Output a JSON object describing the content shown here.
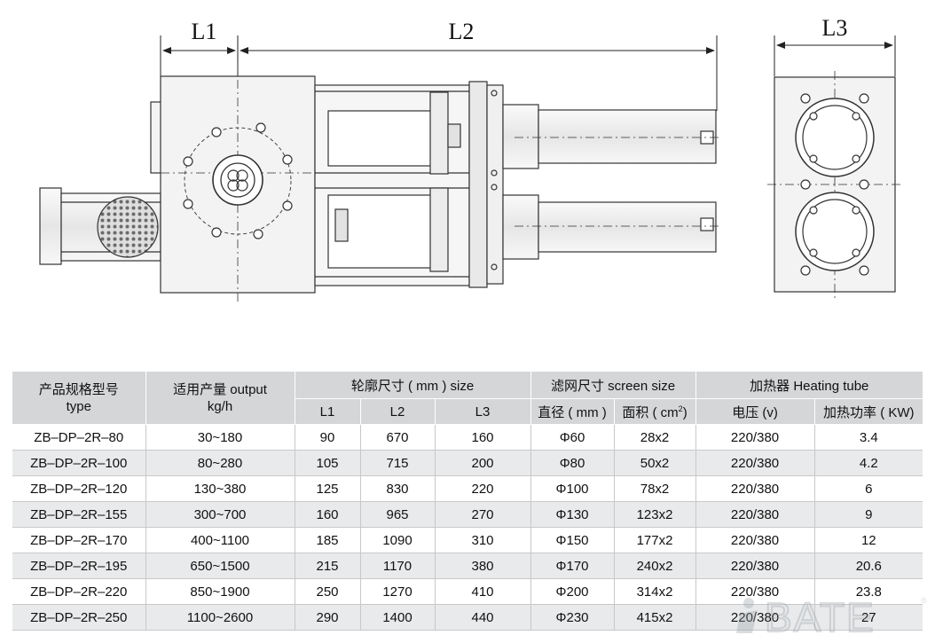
{
  "drawing": {
    "dimensions": {
      "l1": "L1",
      "l2": "L2",
      "l3": "L3"
    },
    "icons": [
      "screen-changer-side-view",
      "screen-changer-end-view"
    ]
  },
  "table": {
    "header": {
      "model_cn": "产品规格型号",
      "model_en": "type",
      "output_cn": "适用产量 output",
      "output_unit": "kg/h",
      "size_group": "轮廓尺寸 ( mm ) size",
      "screen_group": "滤网尺寸 screen size",
      "heater_group": "加热器 Heating tube",
      "l1": "L1",
      "l2": "L2",
      "l3": "L3",
      "diameter": "直径 ( mm )",
      "area": "面积 ( cm",
      "area_sup": "2",
      "area_close": ")",
      "voltage": "电压 (v)",
      "power": "加热功率 ( KW)"
    },
    "rows": [
      {
        "model": "ZB–DP–2R–80",
        "output": "30~180",
        "l1": "90",
        "l2": "670",
        "l3": "160",
        "diameter": "Φ60",
        "area": "28x2",
        "voltage": "220/380",
        "power": "3.4"
      },
      {
        "model": "ZB–DP–2R–100",
        "output": "80~280",
        "l1": "105",
        "l2": "715",
        "l3": "200",
        "diameter": "Φ80",
        "area": "50x2",
        "voltage": "220/380",
        "power": "4.2"
      },
      {
        "model": "ZB–DP–2R–120",
        "output": "130~380",
        "l1": "125",
        "l2": "830",
        "l3": "220",
        "diameter": "Φ100",
        "area": "78x2",
        "voltage": "220/380",
        "power": "6"
      },
      {
        "model": "ZB–DP–2R–155",
        "output": "300~700",
        "l1": "160",
        "l2": "965",
        "l3": "270",
        "diameter": "Φ130",
        "area": "123x2",
        "voltage": "220/380",
        "power": "9"
      },
      {
        "model": "ZB–DP–2R–170",
        "output": "400~1100",
        "l1": "185",
        "l2": "1090",
        "l3": "310",
        "diameter": "Φ150",
        "area": "177x2",
        "voltage": "220/380",
        "power": "12"
      },
      {
        "model": "ZB–DP–2R–195",
        "output": "650~1500",
        "l1": "215",
        "l2": "1170",
        "l3": "380",
        "diameter": "Φ170",
        "area": "240x2",
        "voltage": "220/380",
        "power": "20.6"
      },
      {
        "model": "ZB–DP–2R–220",
        "output": "850~1900",
        "l1": "250",
        "l2": "1270",
        "l3": "410",
        "diameter": "Φ200",
        "area": "314x2",
        "voltage": "220/380",
        "power": "23.8"
      },
      {
        "model": "ZB–DP–2R–250",
        "output": "1100~2600",
        "l1": "290",
        "l2": "1400",
        "l3": "440",
        "diameter": "Φ230",
        "area": "415x2",
        "voltage": "220/380",
        "power": "27"
      }
    ]
  },
  "watermark": {
    "text": "BATE",
    "mark": "®",
    "color": "#9aa1a8"
  }
}
